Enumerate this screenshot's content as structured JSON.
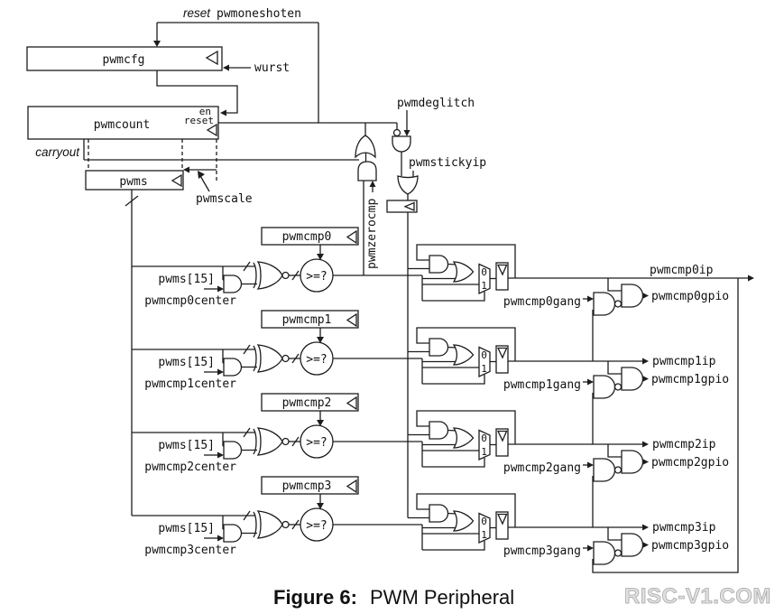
{
  "top": {
    "reset_label": "reset",
    "oneshot_label": "pwmoneshoten",
    "pwmcfg": "pwmcfg",
    "wurst": "wurst",
    "pwmcount": "pwmcount",
    "en": "en",
    "reset_in": "reset",
    "carryout": "carryout",
    "pwms": "pwms",
    "pwmscale": "pwmscale",
    "pwmdeglitch": "pwmdeglitch",
    "pwmstickyip": "pwmstickyip",
    "pwmzerocmp": "pwmzerocmp"
  },
  "rows": [
    {
      "cmp": "pwmcmp0",
      "op": ">=?",
      "pwms15": "pwms[15]",
      "center": "pwmcmp0center",
      "mux0": "0",
      "mux1": "1",
      "gang": "pwmcmp0gang",
      "ip": "pwmcmp0ip",
      "gpio": "pwmcmp0gpio"
    },
    {
      "cmp": "pwmcmp1",
      "op": ">=?",
      "pwms15": "pwms[15]",
      "center": "pwmcmp1center",
      "mux0": "0",
      "mux1": "1",
      "gang": "pwmcmp1gang",
      "ip": "pwmcmp1ip",
      "gpio": "pwmcmp1gpio"
    },
    {
      "cmp": "pwmcmp2",
      "op": ">=?",
      "pwms15": "pwms[15]",
      "center": "pwmcmp2center",
      "mux0": "0",
      "mux1": "1",
      "gang": "pwmcmp2gang",
      "ip": "pwmcmp2ip",
      "gpio": "pwmcmp2gpio"
    },
    {
      "cmp": "pwmcmp3",
      "op": ">=?",
      "pwms15": "pwms[15]",
      "center": "pwmcmp3center",
      "mux0": "0",
      "mux1": "1",
      "gang": "pwmcmp3gang",
      "ip": "pwmcmp3ip",
      "gpio": "pwmcmp3gpio"
    }
  ],
  "caption": {
    "fig": "Figure 6:",
    "title": "PWM Peripheral"
  },
  "watermark": "RISC-V1.COM"
}
